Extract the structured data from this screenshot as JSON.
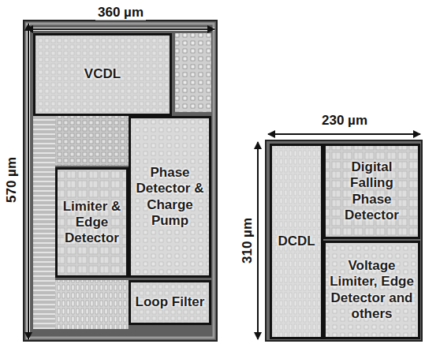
{
  "diagram": {
    "nodes": [
      {
        "text": [
          "VCDL"
        ]
      },
      {
        "text": [
          "Phase Detector & Charge Pump"
        ]
      },
      {
        "text": [
          "Limiter & Edge Detector"
        ]
      },
      {
        "text": [
          "Loop Filter"
        ]
      },
      {
        "text": [
          "DCDL"
        ]
      },
      {
        "text": [
          "Digital Falling Phase Detector"
        ]
      },
      {
        "text": [
          "Voltage Limiter, Edge Detector and others"
        ]
      }
    ],
    "labels": [
      "360 µm",
      "570 µm",
      "230 µm",
      "310 µm"
    ]
  }
}
